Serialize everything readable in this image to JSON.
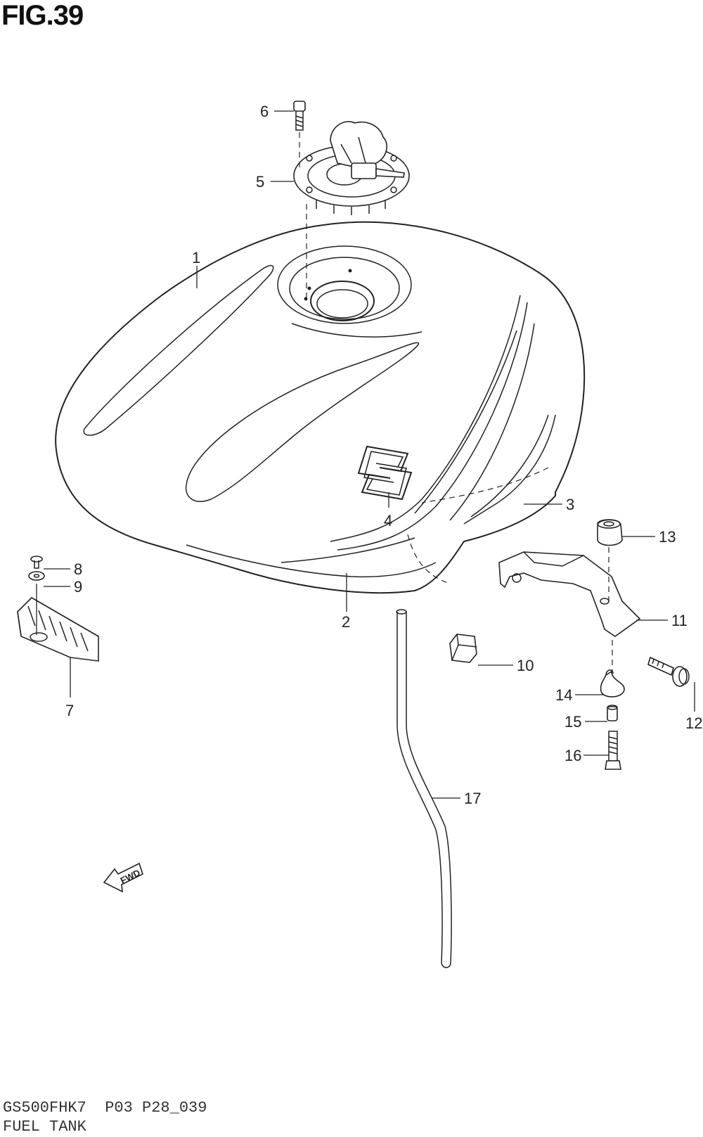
{
  "figure": {
    "title": "FIG.39"
  },
  "footer": {
    "model_code": "GS500FHK7  P03 P28_039",
    "section_name": "FUEL TANK"
  },
  "fwd_label": "FWD",
  "callouts": [
    {
      "id": "1",
      "label": "1"
    },
    {
      "id": "2",
      "label": "2"
    },
    {
      "id": "3",
      "label": "3"
    },
    {
      "id": "4",
      "label": "4"
    },
    {
      "id": "5",
      "label": "5"
    },
    {
      "id": "6",
      "label": "6"
    },
    {
      "id": "7",
      "label": "7"
    },
    {
      "id": "8",
      "label": "8"
    },
    {
      "id": "9",
      "label": "9"
    },
    {
      "id": "10",
      "label": "10"
    },
    {
      "id": "11",
      "label": "11"
    },
    {
      "id": "12",
      "label": "12"
    },
    {
      "id": "13",
      "label": "13"
    },
    {
      "id": "14",
      "label": "14"
    },
    {
      "id": "15",
      "label": "15"
    },
    {
      "id": "16",
      "label": "16"
    },
    {
      "id": "17",
      "label": "17"
    }
  ]
}
